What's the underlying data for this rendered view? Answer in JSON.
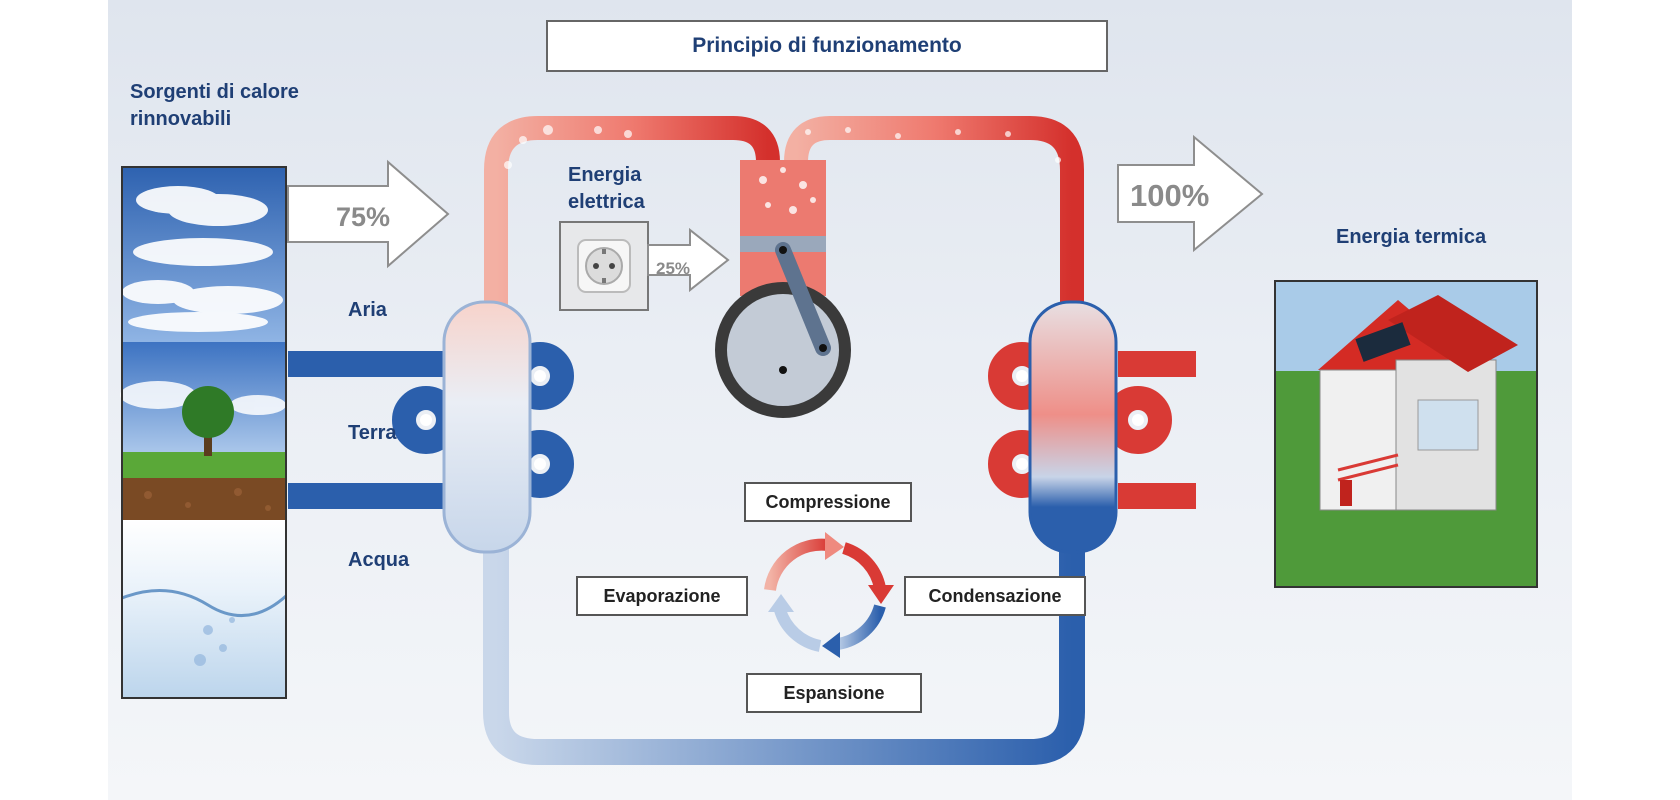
{
  "title": "Principio di funzionamento",
  "sources": {
    "heading_line1": "Sorgenti di calore",
    "heading_line2": "rinnovabili",
    "items": [
      "Aria",
      "Terra",
      "Acqua"
    ]
  },
  "input_percent": "75%",
  "electric": {
    "line1": "Energia",
    "line2": "elettrica",
    "percent": "25%"
  },
  "output": {
    "percent": "100%",
    "label": "Energia termica"
  },
  "phases": {
    "compression": "Compressione",
    "condensation": "Condensazione",
    "expansion": "Espansione",
    "evaporation": "Evaporazione"
  },
  "colors": {
    "hot": "#d93a35",
    "cold": "#2a5fae",
    "text": "#1f3f75",
    "warm_light": "#f2a89a"
  },
  "icons": [
    "cloud-sky-image",
    "tree-soil-image",
    "water-image",
    "power-socket-icon",
    "compressor-icon",
    "cycle-arrows-icon",
    "house-image"
  ]
}
